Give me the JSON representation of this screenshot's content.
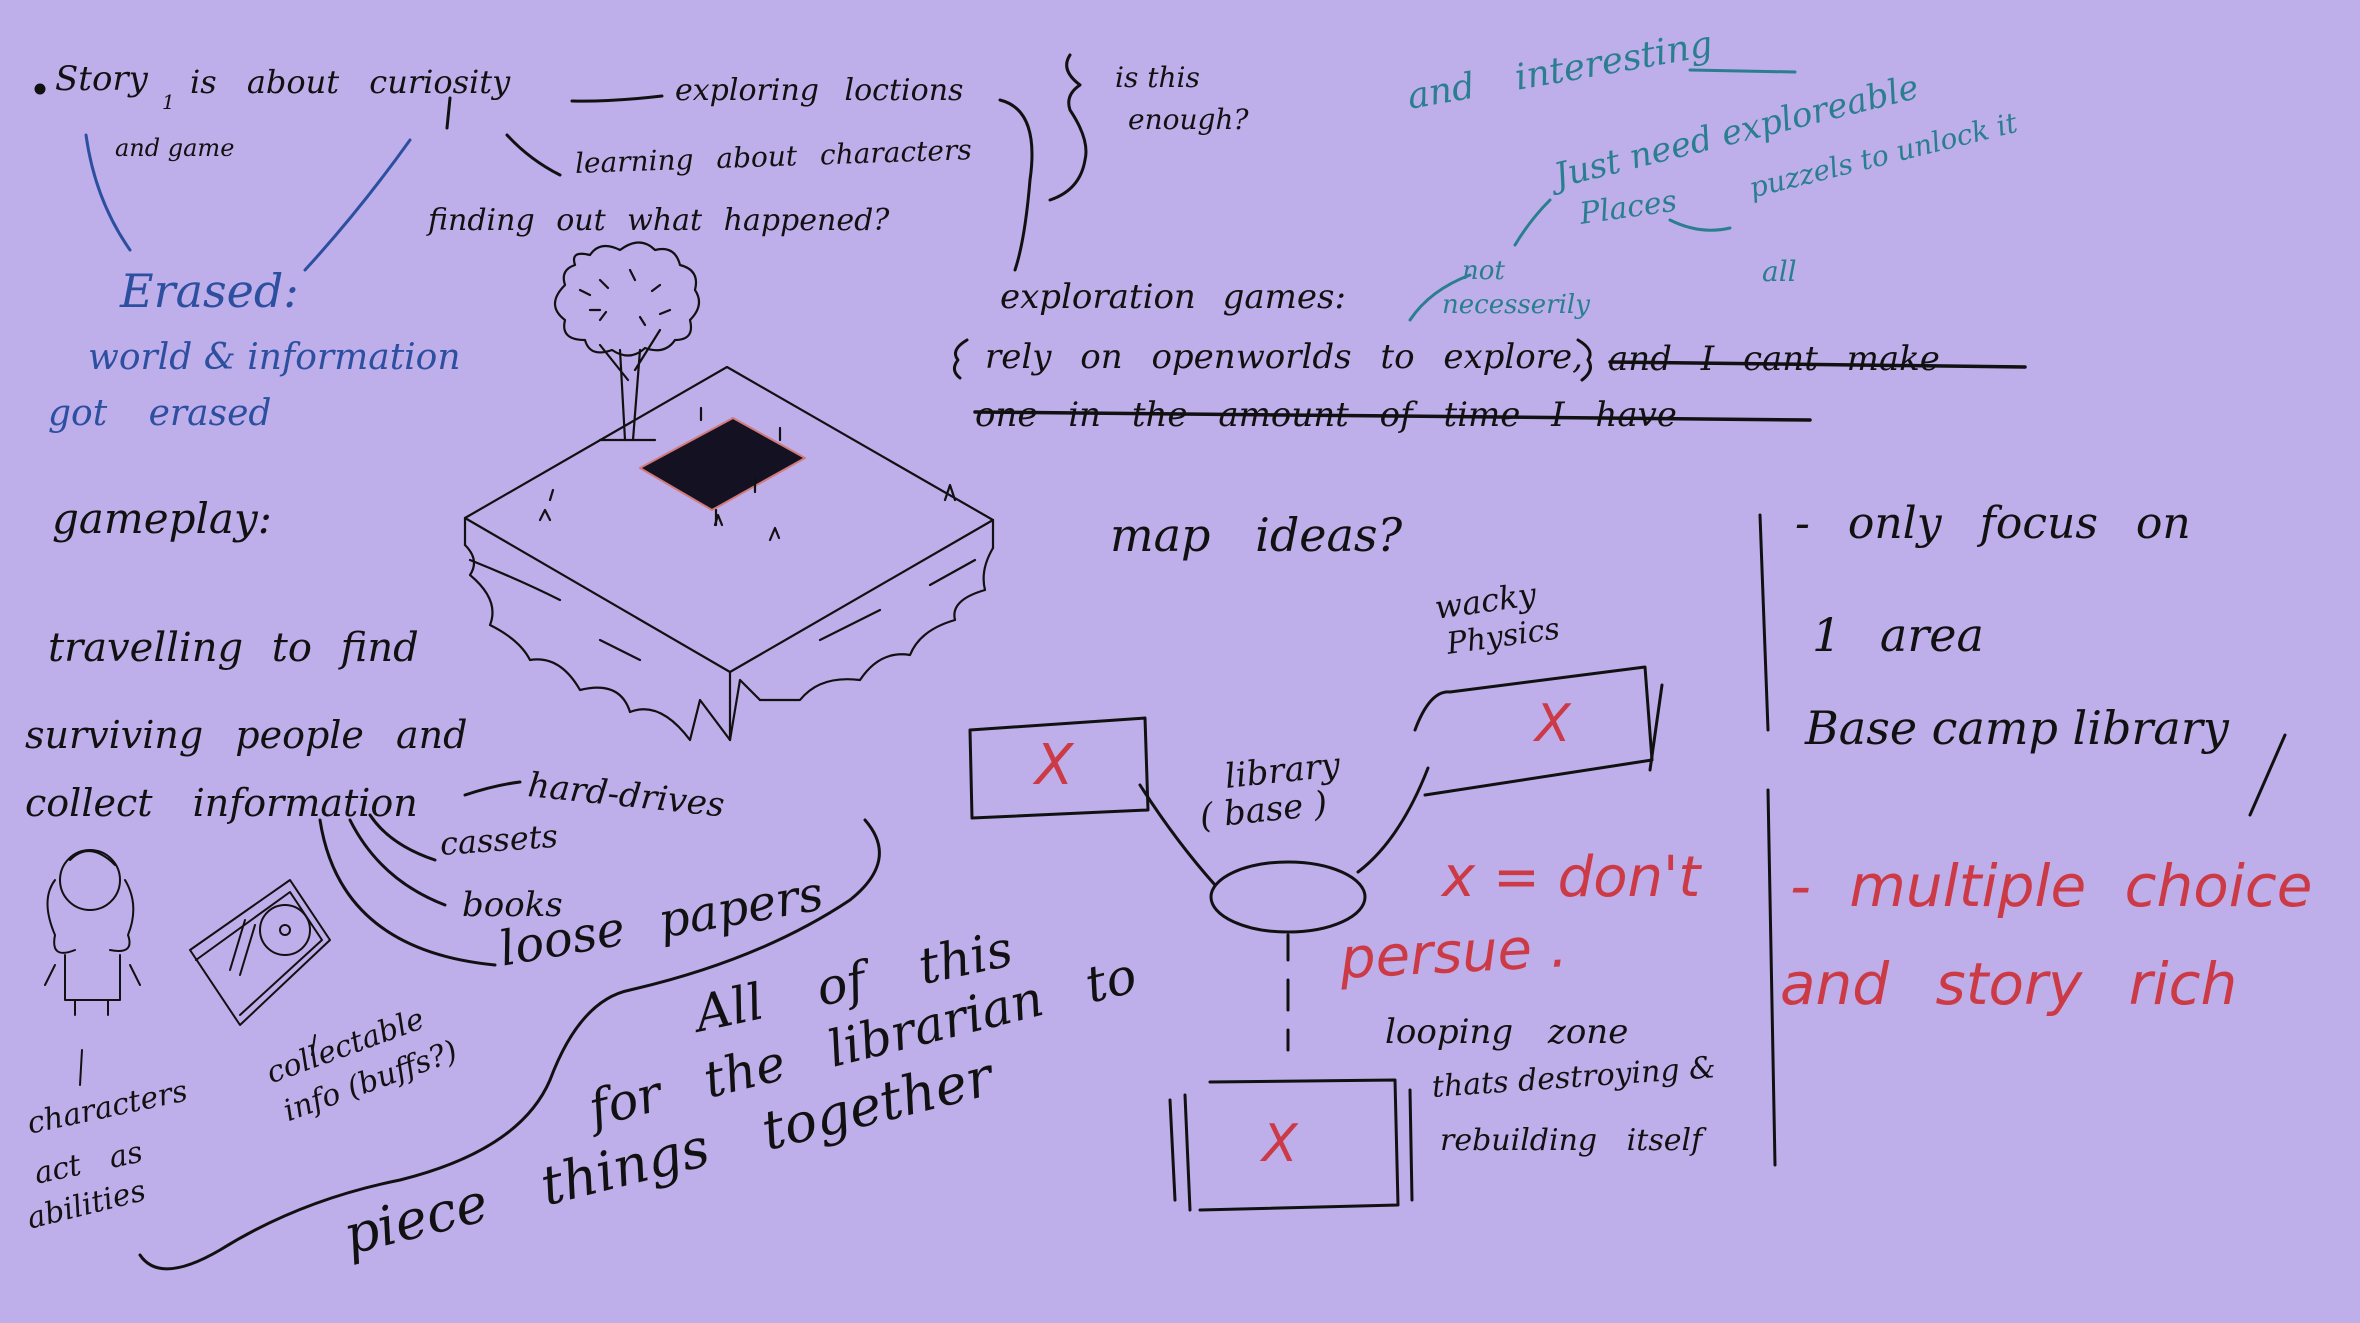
{
  "notes": {
    "story": "Story",
    "caret": "1",
    "is_about_curiosity": "is about curiosity",
    "and_game": "and game",
    "exploring_loctions": "exploring loctions",
    "is_this_enough_1": "is this",
    "is_this_enough_2": "enough?",
    "learning_about_characters": "learning about characters",
    "finding_out_what_happened": "finding out what happened?",
    "erased": "Erased:",
    "world_information": "world & information",
    "got_erased": "got erased",
    "and_interesting": "and interesting",
    "just_need": "Just need exploreable",
    "places": "Places",
    "puzzels": "puzzels to unlock it",
    "all": "all",
    "not": "not",
    "necesserily": "necesserily",
    "exploration_games": "exploration games:",
    "rely_on": "rely on openworlds to explore,",
    "and_i_cant_make": "and I cant make",
    "one_in_the_amount": "one in the amount of time I have",
    "gameplay": "gameplay:",
    "map_ideas": "map ideas?",
    "only_focus": "- only focus on",
    "one_area": "1 area",
    "base_camp": "Base camp library",
    "travelling": "travelling to find",
    "surviving": "surviving people and",
    "collect": "collect information",
    "hard_drives": "hard-drives",
    "cassets": "cassets",
    "books": "books",
    "loose_papers": "loose papers",
    "wacky": "wacky",
    "physics": "Physics",
    "library": "library",
    "base": "( base )",
    "x_dont": "x = don't",
    "persue": "persue .",
    "multiple_choice": "- multiple choice",
    "and_story_rich": "and story rich",
    "looping_zone": "looping zone",
    "thats_destroying": "thats destroying &",
    "rebuilding": "rebuilding itself",
    "all_of_this": "All of this",
    "for_the_librarian": "for the librarian to",
    "piece_things": "piece things together",
    "collectable": "collectable",
    "info_buffs": "info (buffs?)",
    "characters": "characters",
    "act_as": "act as",
    "abilities": "abilities",
    "x_mark": "X"
  },
  "colors": {
    "background": "#beaeea",
    "ink": "#111111",
    "blue": "#2d4fa0",
    "teal": "#2a7e90",
    "red": "#cc3a46",
    "dark_square": "#141222"
  }
}
